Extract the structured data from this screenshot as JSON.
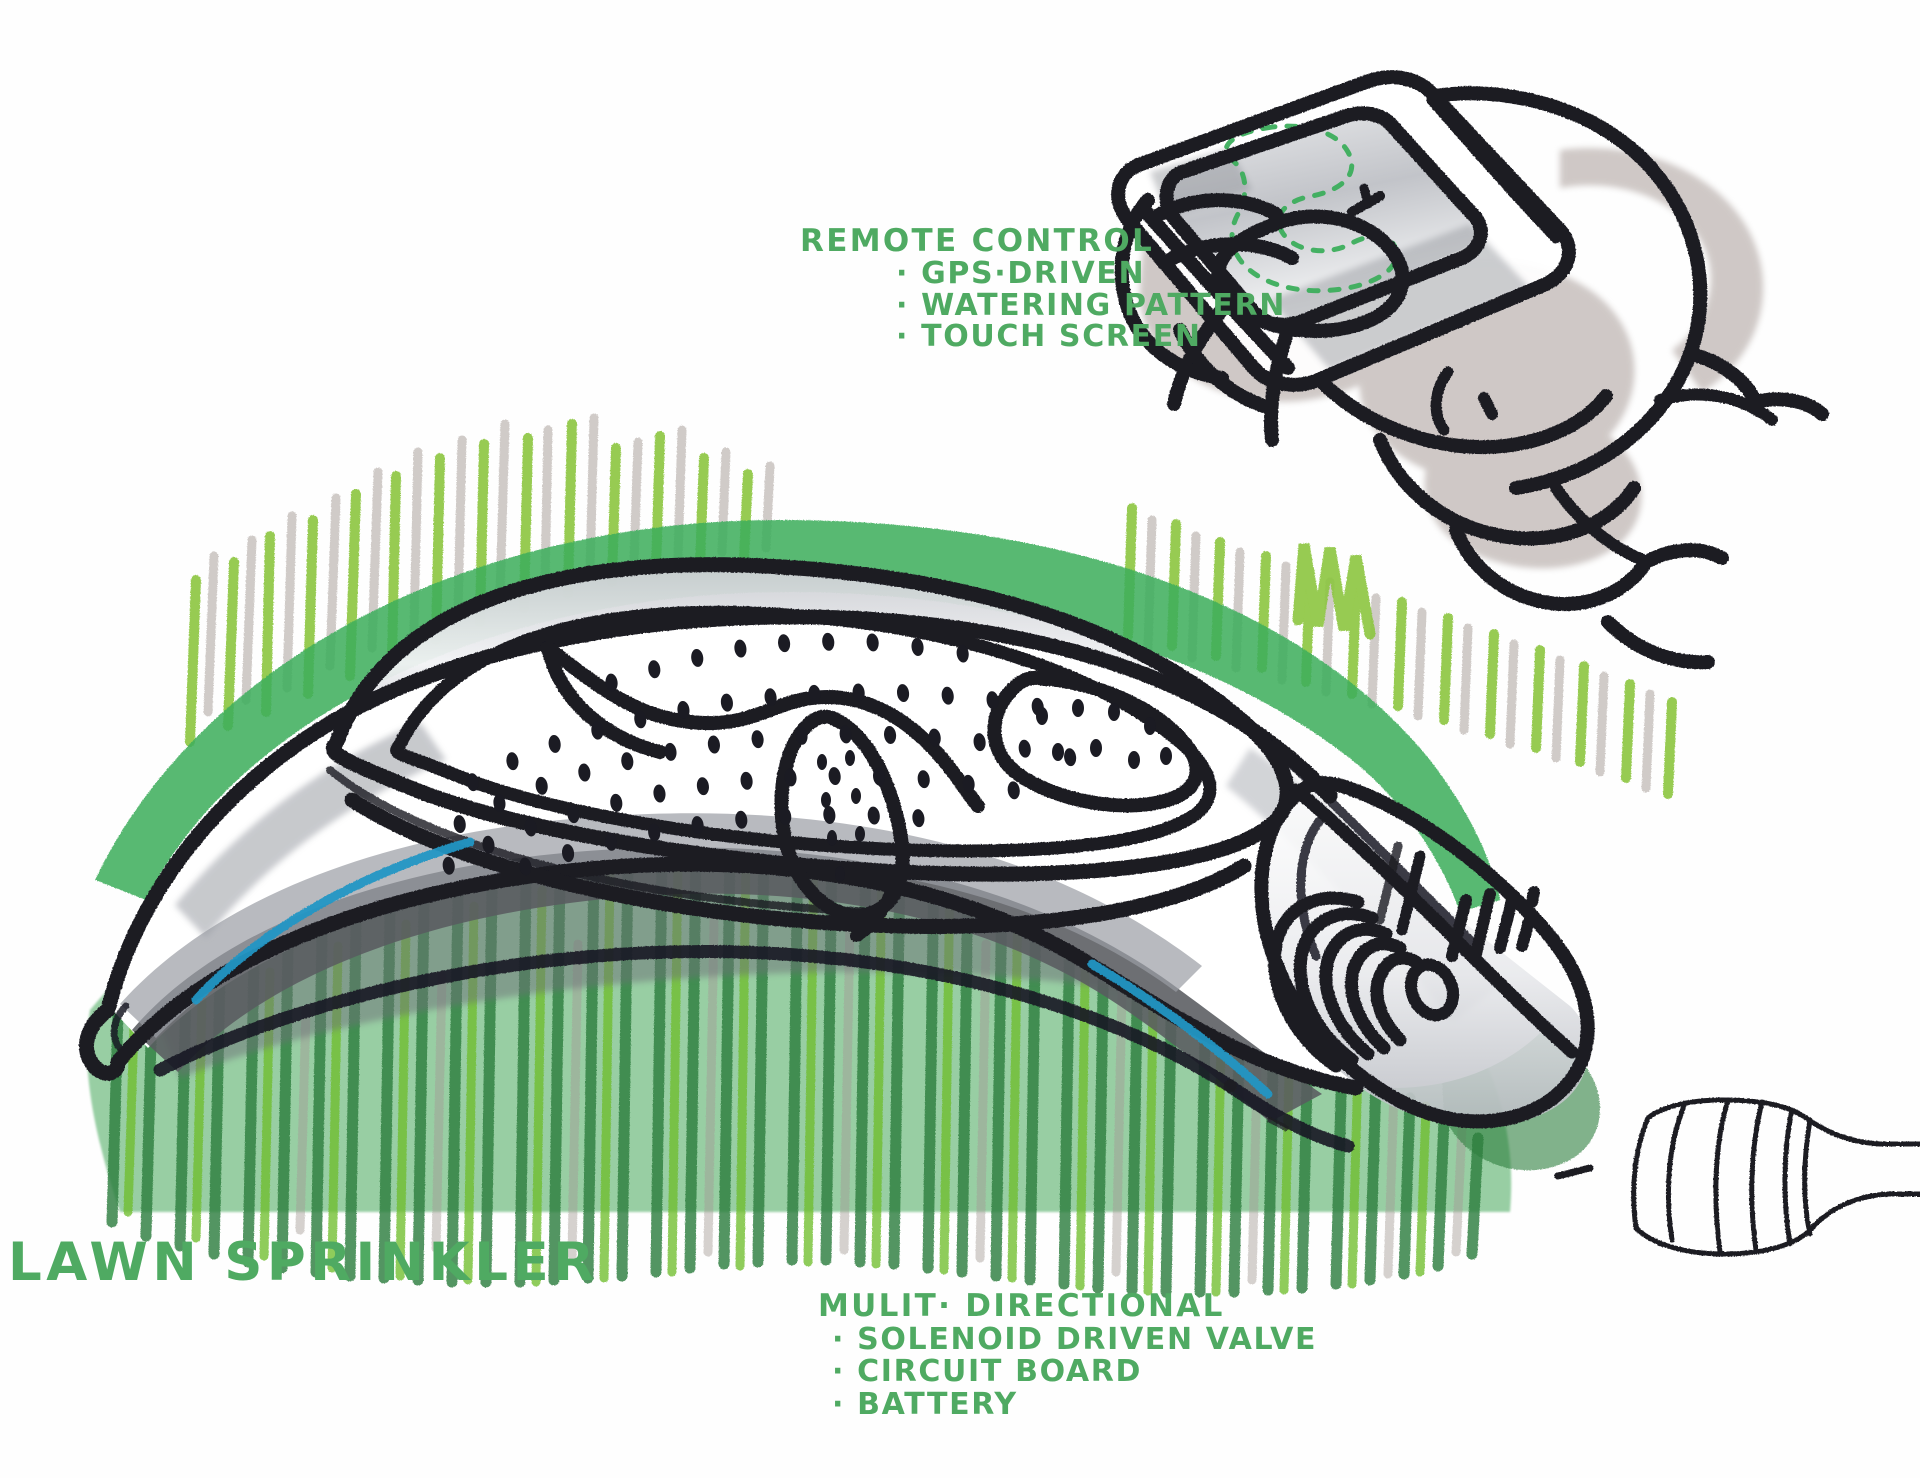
{
  "sheet": {
    "medium": "marker sketch on white paper",
    "subject": "Lawn Sprinkler industrial design concept sketch"
  },
  "palette": {
    "ink_black": "#1b1b23",
    "green_marker": "#4faa62",
    "grass_bright": "#8cc63f",
    "grass_mid": "#3cae5c",
    "grass_dark": "#2f7f3f",
    "grass_warm_grey": "#b5aca8",
    "body_light_grey": "#d2d4d8",
    "body_mid_grey": "#9a9da4",
    "body_dark_grey": "#595b60",
    "blue_accent": "#2196c4",
    "paper": "#ffffff"
  },
  "title": {
    "text": "LAWN SPRINKLER"
  },
  "remote_control": {
    "heading": "REMOTE  CONTROL",
    "bullets": [
      "· GPS·DRIVEN",
      "· WATERING PATTERN",
      "· TOUCH SCREEN"
    ]
  },
  "sprinkler_specs": {
    "heading": "MULIT· DIRECTIONAL",
    "bullets": [
      "· SOLENOID DRIVEN VALVE",
      "· CIRCUIT BOARD",
      "· BATTERY"
    ]
  },
  "drawing_elements": {
    "hand_holding_remote": "hand-holding-remote",
    "remote_device": "remote-control-device",
    "remote_screen_pattern": "watering-pattern-graphic",
    "sprinkler_body": "sprinkler-body",
    "spray_grille": "perforated-spray-grille",
    "nozzle_pod": "side-nozzle-pod",
    "hose_connector": "hose-connector-end-cap",
    "garden_hose": "garden-hose",
    "grass": "grass-field",
    "blue_accent_line": "blue-accent-line"
  }
}
